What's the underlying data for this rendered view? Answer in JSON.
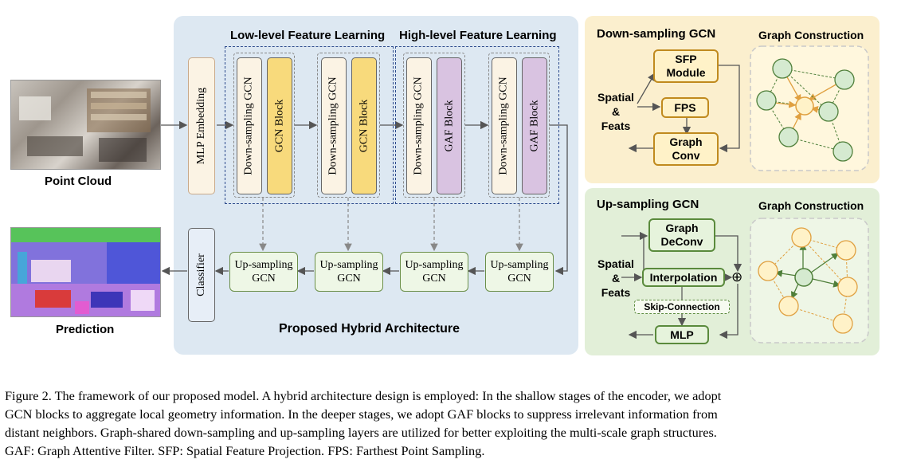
{
  "figure": {
    "main_title": "Proposed Hybrid Architecture",
    "low_level_title": "Low-level Feature Learning",
    "high_level_title": "High-level Feature Learning",
    "input_label": "Point Cloud",
    "output_label": "Prediction",
    "mlp_embedding": "MLP Embedding",
    "classifier": "Classifier",
    "down_sampling_gcn": "Down-sampling GCN",
    "gcn_block": "GCN Block",
    "gaf_block": "GAF Block",
    "upsampling_line1": "Up-sampling",
    "upsampling_line2": "GCN"
  },
  "down_panel": {
    "title": "Down-sampling GCN",
    "graph_title": "Graph Construction",
    "sfp_line1": "SFP",
    "sfp_line2": "Module",
    "fps": "FPS",
    "graph_conv_line1": "Graph",
    "graph_conv_line2": "Conv",
    "input_line1": "Spatial",
    "input_line2": "&",
    "input_line3": "Feats"
  },
  "up_panel": {
    "title": "Up-sampling GCN",
    "graph_title": "Graph Construction",
    "deconv_line1": "Graph",
    "deconv_line2": "DeConv",
    "interpolation": "Interpolation",
    "skip": "Skip-Connection",
    "mlp": "MLP",
    "input_line1": "Spatial",
    "input_line2": "&",
    "input_line3": "Feats",
    "plus": "⊕"
  },
  "caption": {
    "line1": "Figure 2. The framework of our proposed model. A hybrid architecture design is employed: In the shallow stages of the encoder, we adopt",
    "line2": "GCN blocks to aggregate local geometry information. In the deeper stages, we adopt GAF blocks to suppress irrelevant information from",
    "line3": "distant neighbors. Graph-shared down-sampling and up-sampling layers are utilized for better exploiting the multi-scale graph structures.",
    "line4": "GAF: Graph Attentive Filter. SFP: Spatial Feature Projection. FPS: Farthest Point Sampling."
  },
  "colors": {
    "main_panel": "#dde8f2",
    "down_panel": "#fbefce",
    "up_panel": "#e2efd8",
    "gcn_block": "#f8da7c",
    "gaf_block": "#d9c3e1",
    "dashed_group": "#2c4a8c"
  }
}
